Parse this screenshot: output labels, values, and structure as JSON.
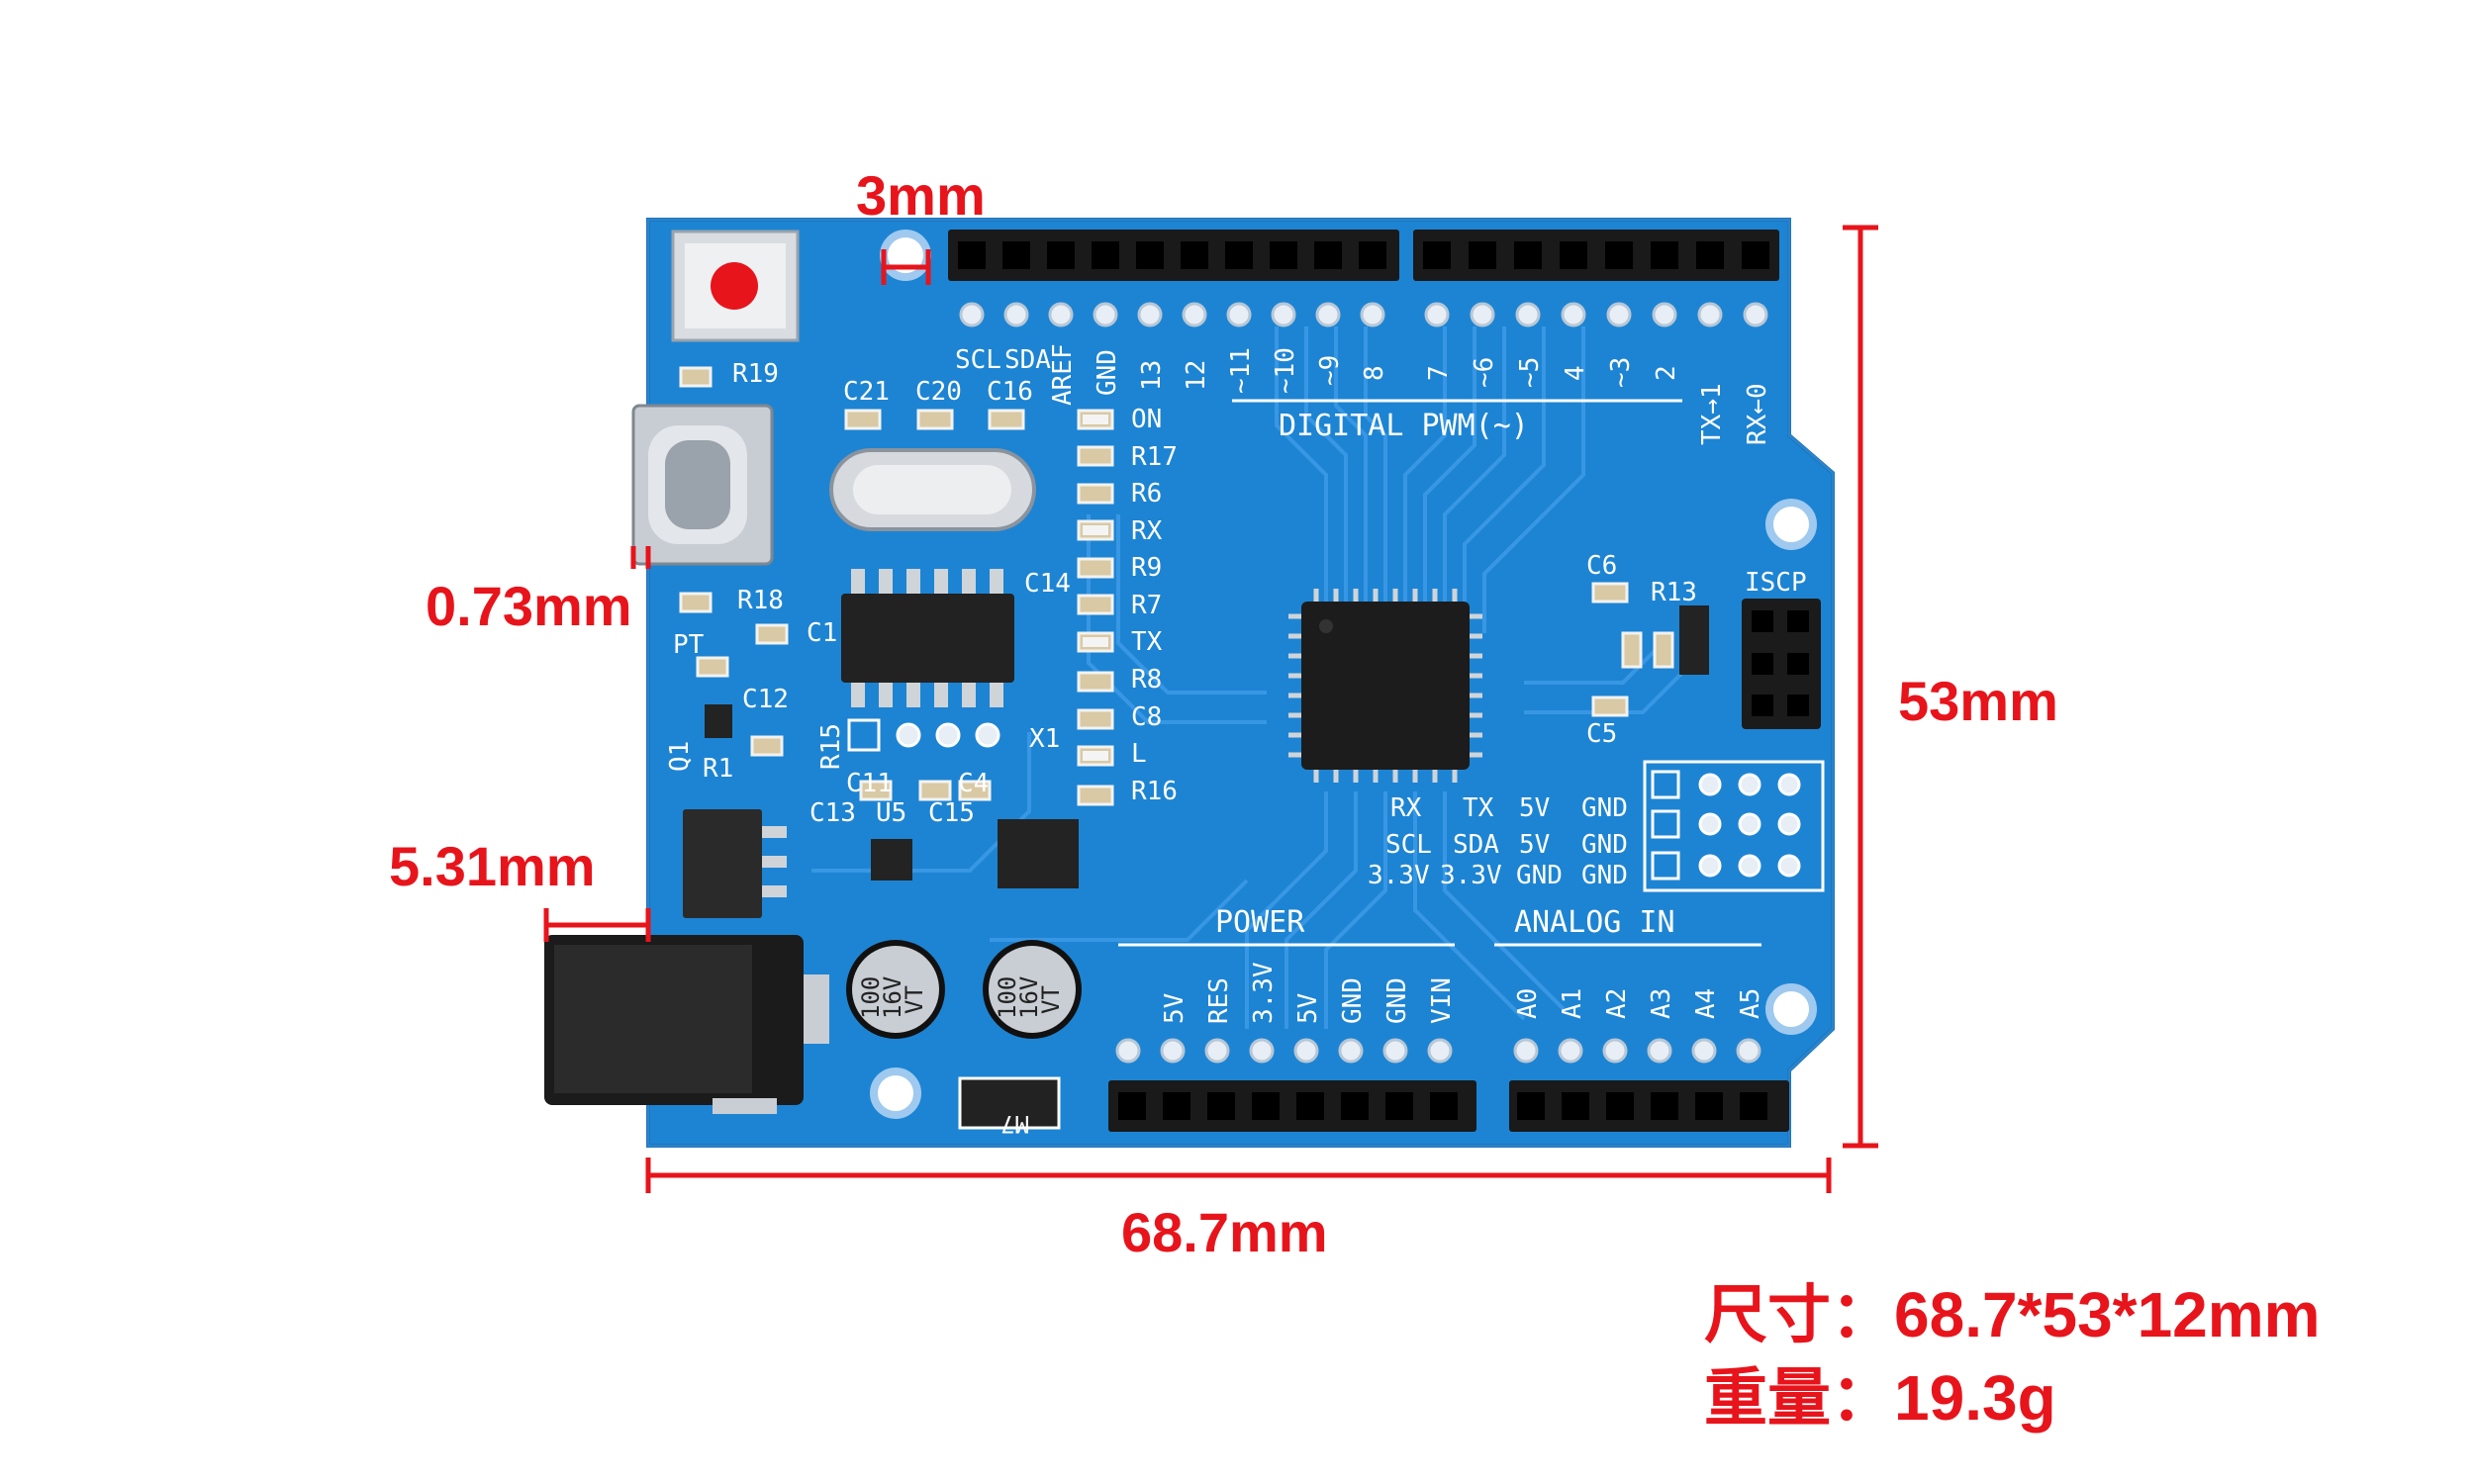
{
  "dimensions": {
    "hole": "3mm",
    "usb_offset": "0.73mm",
    "jack_offset": "5.31mm",
    "height": "53mm",
    "width": "68.7mm"
  },
  "specs": {
    "size_label": "尺寸：",
    "size_value": "68.7*53*12mm",
    "weight_label": "重量：",
    "weight_value": "19.3g"
  },
  "silkscreen": {
    "digital": "DIGITAL PWM(~)",
    "power": "POWER",
    "analog": "ANALOG IN",
    "icsp": "ISCP",
    "top_pins": [
      "SCL",
      "SDA",
      "AREF",
      "GND",
      "13",
      "12",
      "~11",
      "~10",
      "~9",
      "8",
      "7",
      "~6",
      "~5",
      "4",
      "~3",
      "2",
      "TX→1",
      "RX←0"
    ],
    "power_pins": [
      "5V",
      "RES",
      "3.3V",
      "5V",
      "GND",
      "GND",
      "VIN"
    ],
    "analog_pins": [
      "A0",
      "A1",
      "A2",
      "A3",
      "A4",
      "A5"
    ],
    "left_labels": [
      "R19",
      "C21",
      "C20",
      "C16",
      "R18",
      "PT",
      "C12",
      "Q1",
      "R1",
      "R15",
      "C13",
      "U5",
      "C15",
      "C11",
      "C4",
      "C1",
      "C14"
    ],
    "led_labels": [
      "ON",
      "R17",
      "R6",
      "RX",
      "R9",
      "R7",
      "TX",
      "R8",
      "C8",
      "L",
      "R16"
    ],
    "right_labels": [
      "C6",
      "R13",
      "C5",
      "X1",
      "M7"
    ],
    "header_rows": [
      [
        "RX",
        "TX",
        "5V",
        "GND"
      ],
      [
        "SCL",
        "SDA",
        "5V",
        "GND"
      ],
      [
        "3.3V",
        "3.3V",
        "GND",
        "GND"
      ]
    ],
    "capacitor": [
      "100",
      "16V",
      "VT"
    ]
  },
  "colors": {
    "annotation": "#e8141b",
    "board": "#1d84d3",
    "silk": "#ffffff"
  }
}
